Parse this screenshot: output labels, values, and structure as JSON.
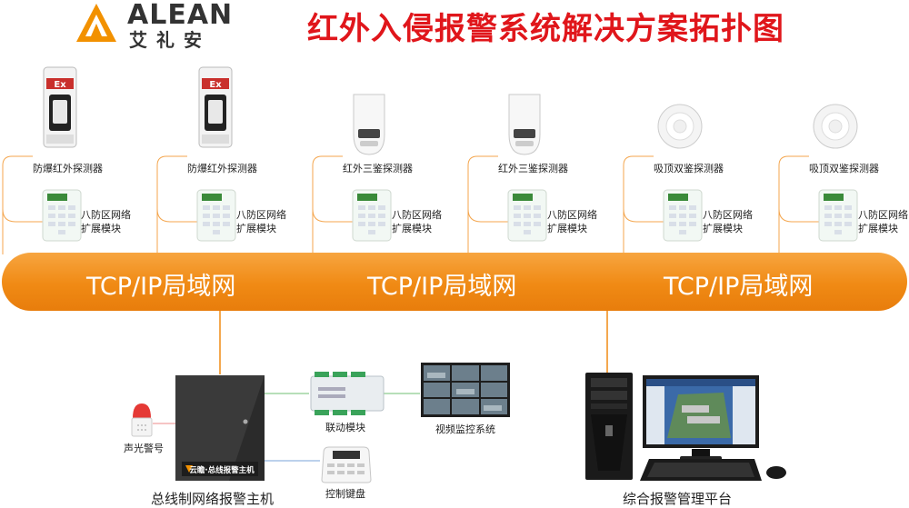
{
  "header": {
    "brand_en": "ALEAN",
    "brand_cn": "艾礼安",
    "title": "红外入侵报警系统解决方案拓扑图"
  },
  "detectors": [
    {
      "label": "防爆红外探测器",
      "icon": "explosion-proof-ir-detector-icon",
      "badge": "Ex"
    },
    {
      "label": "防爆红外探测器",
      "icon": "explosion-proof-ir-detector-icon",
      "badge": "Ex"
    },
    {
      "label": "红外三鉴探测器",
      "icon": "ir-triple-tech-detector-icon"
    },
    {
      "label": "红外三鉴探测器",
      "icon": "ir-triple-tech-detector-icon"
    },
    {
      "label": "吸顶双鉴探测器",
      "icon": "ceiling-dual-tech-detector-icon"
    },
    {
      "label": "吸顶双鉴探测器",
      "icon": "ceiling-dual-tech-detector-icon"
    }
  ],
  "module": {
    "line1": "八防区网络",
    "line2": "扩展模块"
  },
  "network": {
    "labels": [
      "TCP/IP局域网",
      "TCP/IP局域网",
      "TCP/IP局域网"
    ]
  },
  "bottom": {
    "host": "总线制网络报警主机",
    "host_panel_text": "云瞻·总线报警主机",
    "siren": "声光警号",
    "linkage": "联动模块",
    "video": "视频监控系统",
    "keypad": "控制键盘",
    "platform": "综合报警管理平台"
  },
  "colors": {
    "title": "#e0161b",
    "band": "#f08a14",
    "connector": "#f4a64e",
    "brand_orange": "#f29100"
  }
}
